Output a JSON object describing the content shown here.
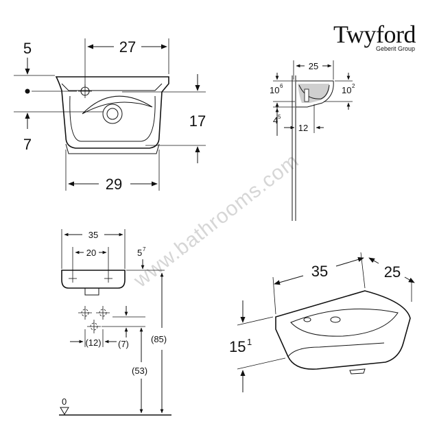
{
  "brand": {
    "name": "Twyford",
    "subtitle": "Geberit Group"
  },
  "watermark": "www.bathrooms.com",
  "front_view": {
    "dim_top_width": "27",
    "dim_left_offset": "5",
    "dim_left_lower": "7",
    "dim_right_height": "17",
    "dim_bottom_width": "29"
  },
  "side_section": {
    "dim_depth": "25",
    "dim_left_base": "10",
    "dim_left_sup": "6",
    "dim_right_base": "10",
    "dim_right_sup": "2",
    "dim_lower_base": "4",
    "dim_lower_sup": "5",
    "dim_lower_offset": "12"
  },
  "installation_view": {
    "dim_width": "35",
    "dim_tap_spacing": "20",
    "dim_top_base": "5",
    "dim_top_sup": "7",
    "dim_supply_spacing": "(12)",
    "dim_supply_offset": "(7)",
    "dim_total_height": "(85)",
    "dim_supply_height": "(53)",
    "floor_level": "0"
  },
  "perspective_view": {
    "dim_width": "35",
    "dim_depth": "25",
    "dim_height_base": "15",
    "dim_height_sup": "1"
  }
}
